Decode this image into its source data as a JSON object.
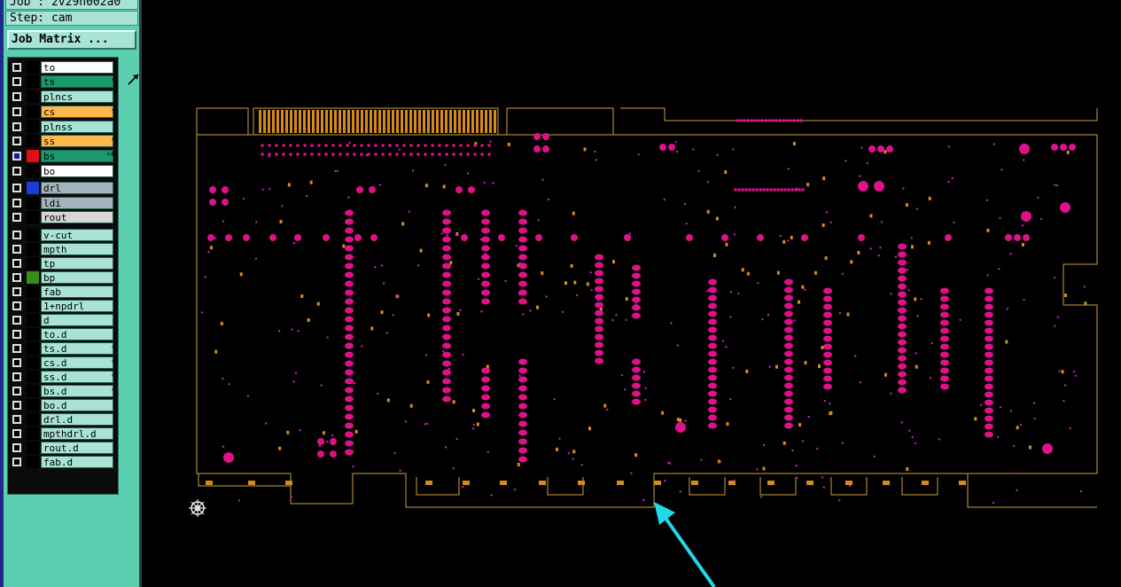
{
  "header": {
    "job": "Job : 2v29n002a0",
    "step": "Step: cam",
    "job_matrix_button": "Job Matrix ..."
  },
  "layers": [
    {
      "name": "to",
      "fill": "#ffffff",
      "swatch": "#000000",
      "checked": false,
      "flag": ""
    },
    {
      "name": "ts",
      "fill": "#1a9a6c",
      "swatch": "#000000",
      "checked": false,
      "flag": "✍"
    },
    {
      "name": "plncs",
      "fill": "#a8e3d6",
      "swatch": "#000000",
      "checked": false,
      "flag": ""
    },
    {
      "name": "cs",
      "fill": "#ffb84a",
      "swatch": "#000000",
      "checked": false,
      "flag": "✍"
    },
    {
      "name": "plnss",
      "fill": "#a8e3d6",
      "swatch": "#000000",
      "checked": false,
      "flag": ""
    },
    {
      "name": "ss",
      "fill": "#ffb84a",
      "swatch": "#000000",
      "checked": false,
      "flag": "✍"
    },
    {
      "name": "bs",
      "fill": "#1a9a6c",
      "swatch": "#e01010",
      "checked": true,
      "flag": "✍⊞"
    },
    {
      "name": "bo",
      "fill": "#ffffff",
      "swatch": "#000000",
      "checked": false,
      "flag": ""
    },
    {
      "name": "drl",
      "fill": "#a4b4bc",
      "swatch": "#1a3ed6",
      "checked": false,
      "flag": ""
    },
    {
      "name": "ldi",
      "fill": "#a4b4bc",
      "swatch": "#000000",
      "checked": false,
      "flag": ""
    },
    {
      "name": "rout",
      "fill": "#d6d6d6",
      "swatch": "#000000",
      "checked": false,
      "flag": ""
    },
    {
      "name": "v-cut",
      "fill": "#a8e3d6",
      "swatch": "#000000",
      "checked": false,
      "flag": ""
    },
    {
      "name": "mpth",
      "fill": "#a8e3d6",
      "swatch": "#000000",
      "checked": false,
      "flag": ""
    },
    {
      "name": "tp",
      "fill": "#a8e3d6",
      "swatch": "#000000",
      "checked": false,
      "flag": ""
    },
    {
      "name": "bp",
      "fill": "#a8e3d6",
      "swatch": "#3a8a1a",
      "checked": false,
      "flag": ""
    },
    {
      "name": "fab",
      "fill": "#a8e3d6",
      "swatch": "#000000",
      "checked": false,
      "flag": ""
    },
    {
      "name": "1+npdrl",
      "fill": "#a8e3d6",
      "swatch": "#000000",
      "checked": false,
      "flag": ""
    },
    {
      "name": "d",
      "fill": "#a8e3d6",
      "swatch": "#000000",
      "checked": false,
      "flag": ""
    },
    {
      "name": "to.d",
      "fill": "#a8e3d6",
      "swatch": "#000000",
      "checked": false,
      "flag": ""
    },
    {
      "name": "ts.d",
      "fill": "#a8e3d6",
      "swatch": "#000000",
      "checked": false,
      "flag": "✍"
    },
    {
      "name": "cs.d",
      "fill": "#a8e3d6",
      "swatch": "#000000",
      "checked": false,
      "flag": "✍"
    },
    {
      "name": "ss.d",
      "fill": "#a8e3d6",
      "swatch": "#000000",
      "checked": false,
      "flag": "✍"
    },
    {
      "name": "bs.d",
      "fill": "#a8e3d6",
      "swatch": "#000000",
      "checked": false,
      "flag": "✍"
    },
    {
      "name": "bo.d",
      "fill": "#a8e3d6",
      "swatch": "#000000",
      "checked": false,
      "flag": ""
    },
    {
      "name": "drl.d",
      "fill": "#a8e3d6",
      "swatch": "#000000",
      "checked": false,
      "flag": ""
    },
    {
      "name": "mpthdrl.d",
      "fill": "#a8e3d6",
      "swatch": "#000000",
      "checked": false,
      "flag": ""
    },
    {
      "name": "rout.d",
      "fill": "#a8e3d6",
      "swatch": "#000000",
      "checked": false,
      "flag": ""
    },
    {
      "name": "fab.d",
      "fill": "#a8e3d6",
      "swatch": "#000000",
      "checked": false,
      "flag": ""
    }
  ],
  "colors": {
    "outline": "#c8a040",
    "pad": "#e0108a",
    "copper": "#d68a1a",
    "via": "#c020c0",
    "pointer": "#20d8e8"
  },
  "icons": {
    "snap": "crosshair-wheel-icon",
    "cursor": "arrow-cursor-icon",
    "pointer": "annotation-arrow-icon"
  }
}
